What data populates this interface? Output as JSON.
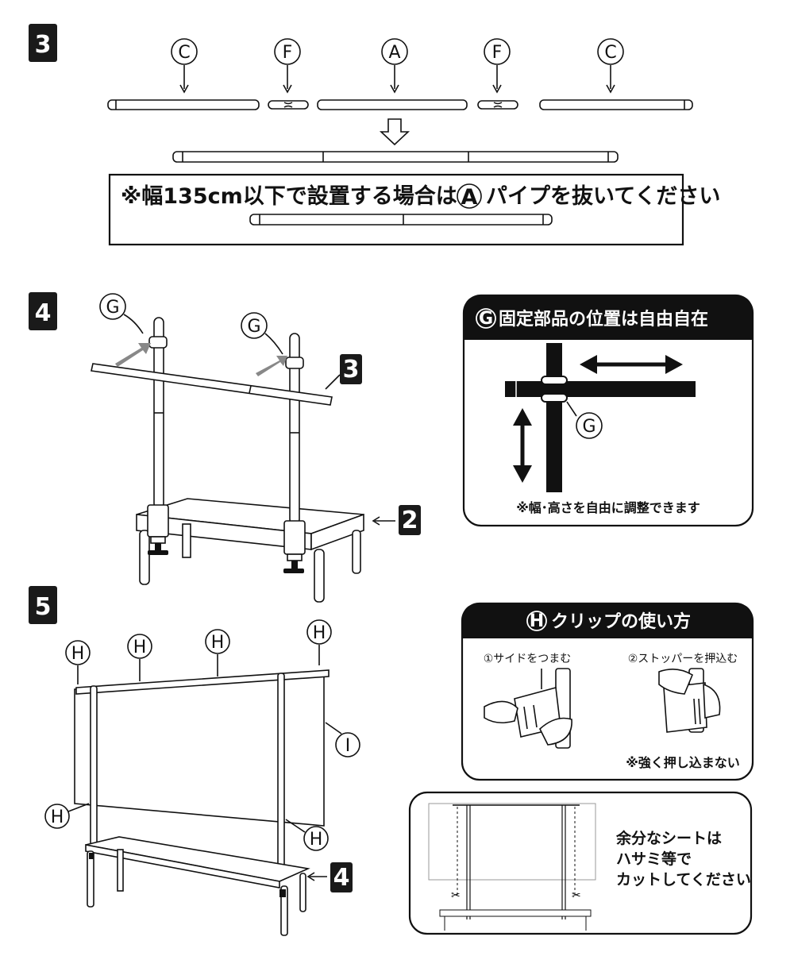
{
  "steps": {
    "s3": "3",
    "s4": "4",
    "s5": "5",
    "ref2": "2",
    "ref3": "3",
    "ref4": "4"
  },
  "step3": {
    "labels": [
      "C",
      "F",
      "A",
      "F",
      "C"
    ],
    "note_prefix": "※幅135cm以下で設置する場合は",
    "note_circle": "A",
    "note_suffix": "パイプを抜いてください"
  },
  "step4": {
    "g_label": "G"
  },
  "panel_g": {
    "title_circle": "G",
    "title": "固定部品の位置は自由自在",
    "g_label": "G",
    "note": "※幅･高さを自由に調整できます"
  },
  "step5": {
    "h_label": "H",
    "i_label": "I"
  },
  "panel_h": {
    "title_circle": "H",
    "title": "クリップの使い方",
    "step1": "①サイドをつまむ",
    "step2": "②ストッパーを押込む",
    "warning": "※強く押し込まない"
  },
  "panel_cut": {
    "line1": "余分なシートは",
    "line2": "ハサミ等で",
    "line3": "カットしてください"
  }
}
